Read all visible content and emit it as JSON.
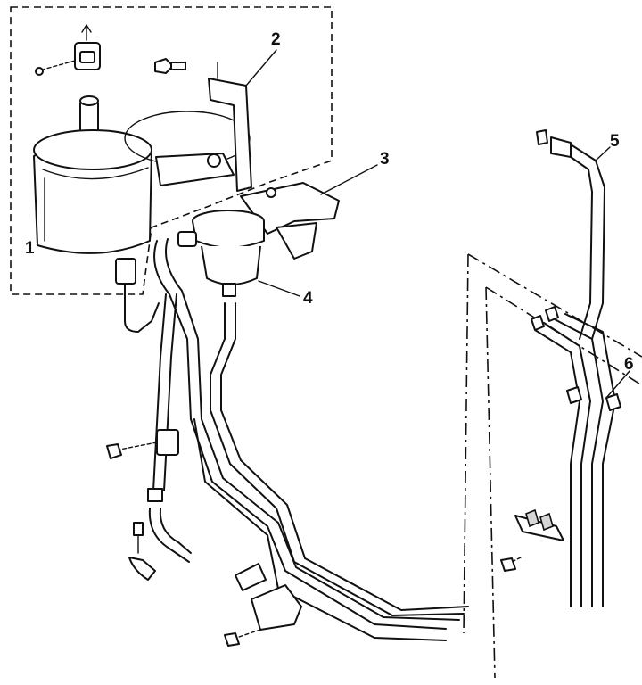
{
  "callouts": [
    {
      "id": "1",
      "text": "1"
    },
    {
      "id": "2",
      "text": "2"
    },
    {
      "id": "3",
      "text": "3"
    },
    {
      "id": "4",
      "text": "4"
    },
    {
      "id": "5",
      "text": "5"
    },
    {
      "id": "6",
      "text": "6"
    }
  ],
  "colors": {
    "ink": "#111111",
    "paper": "#ffffff",
    "shading": "#d7d7d7"
  }
}
